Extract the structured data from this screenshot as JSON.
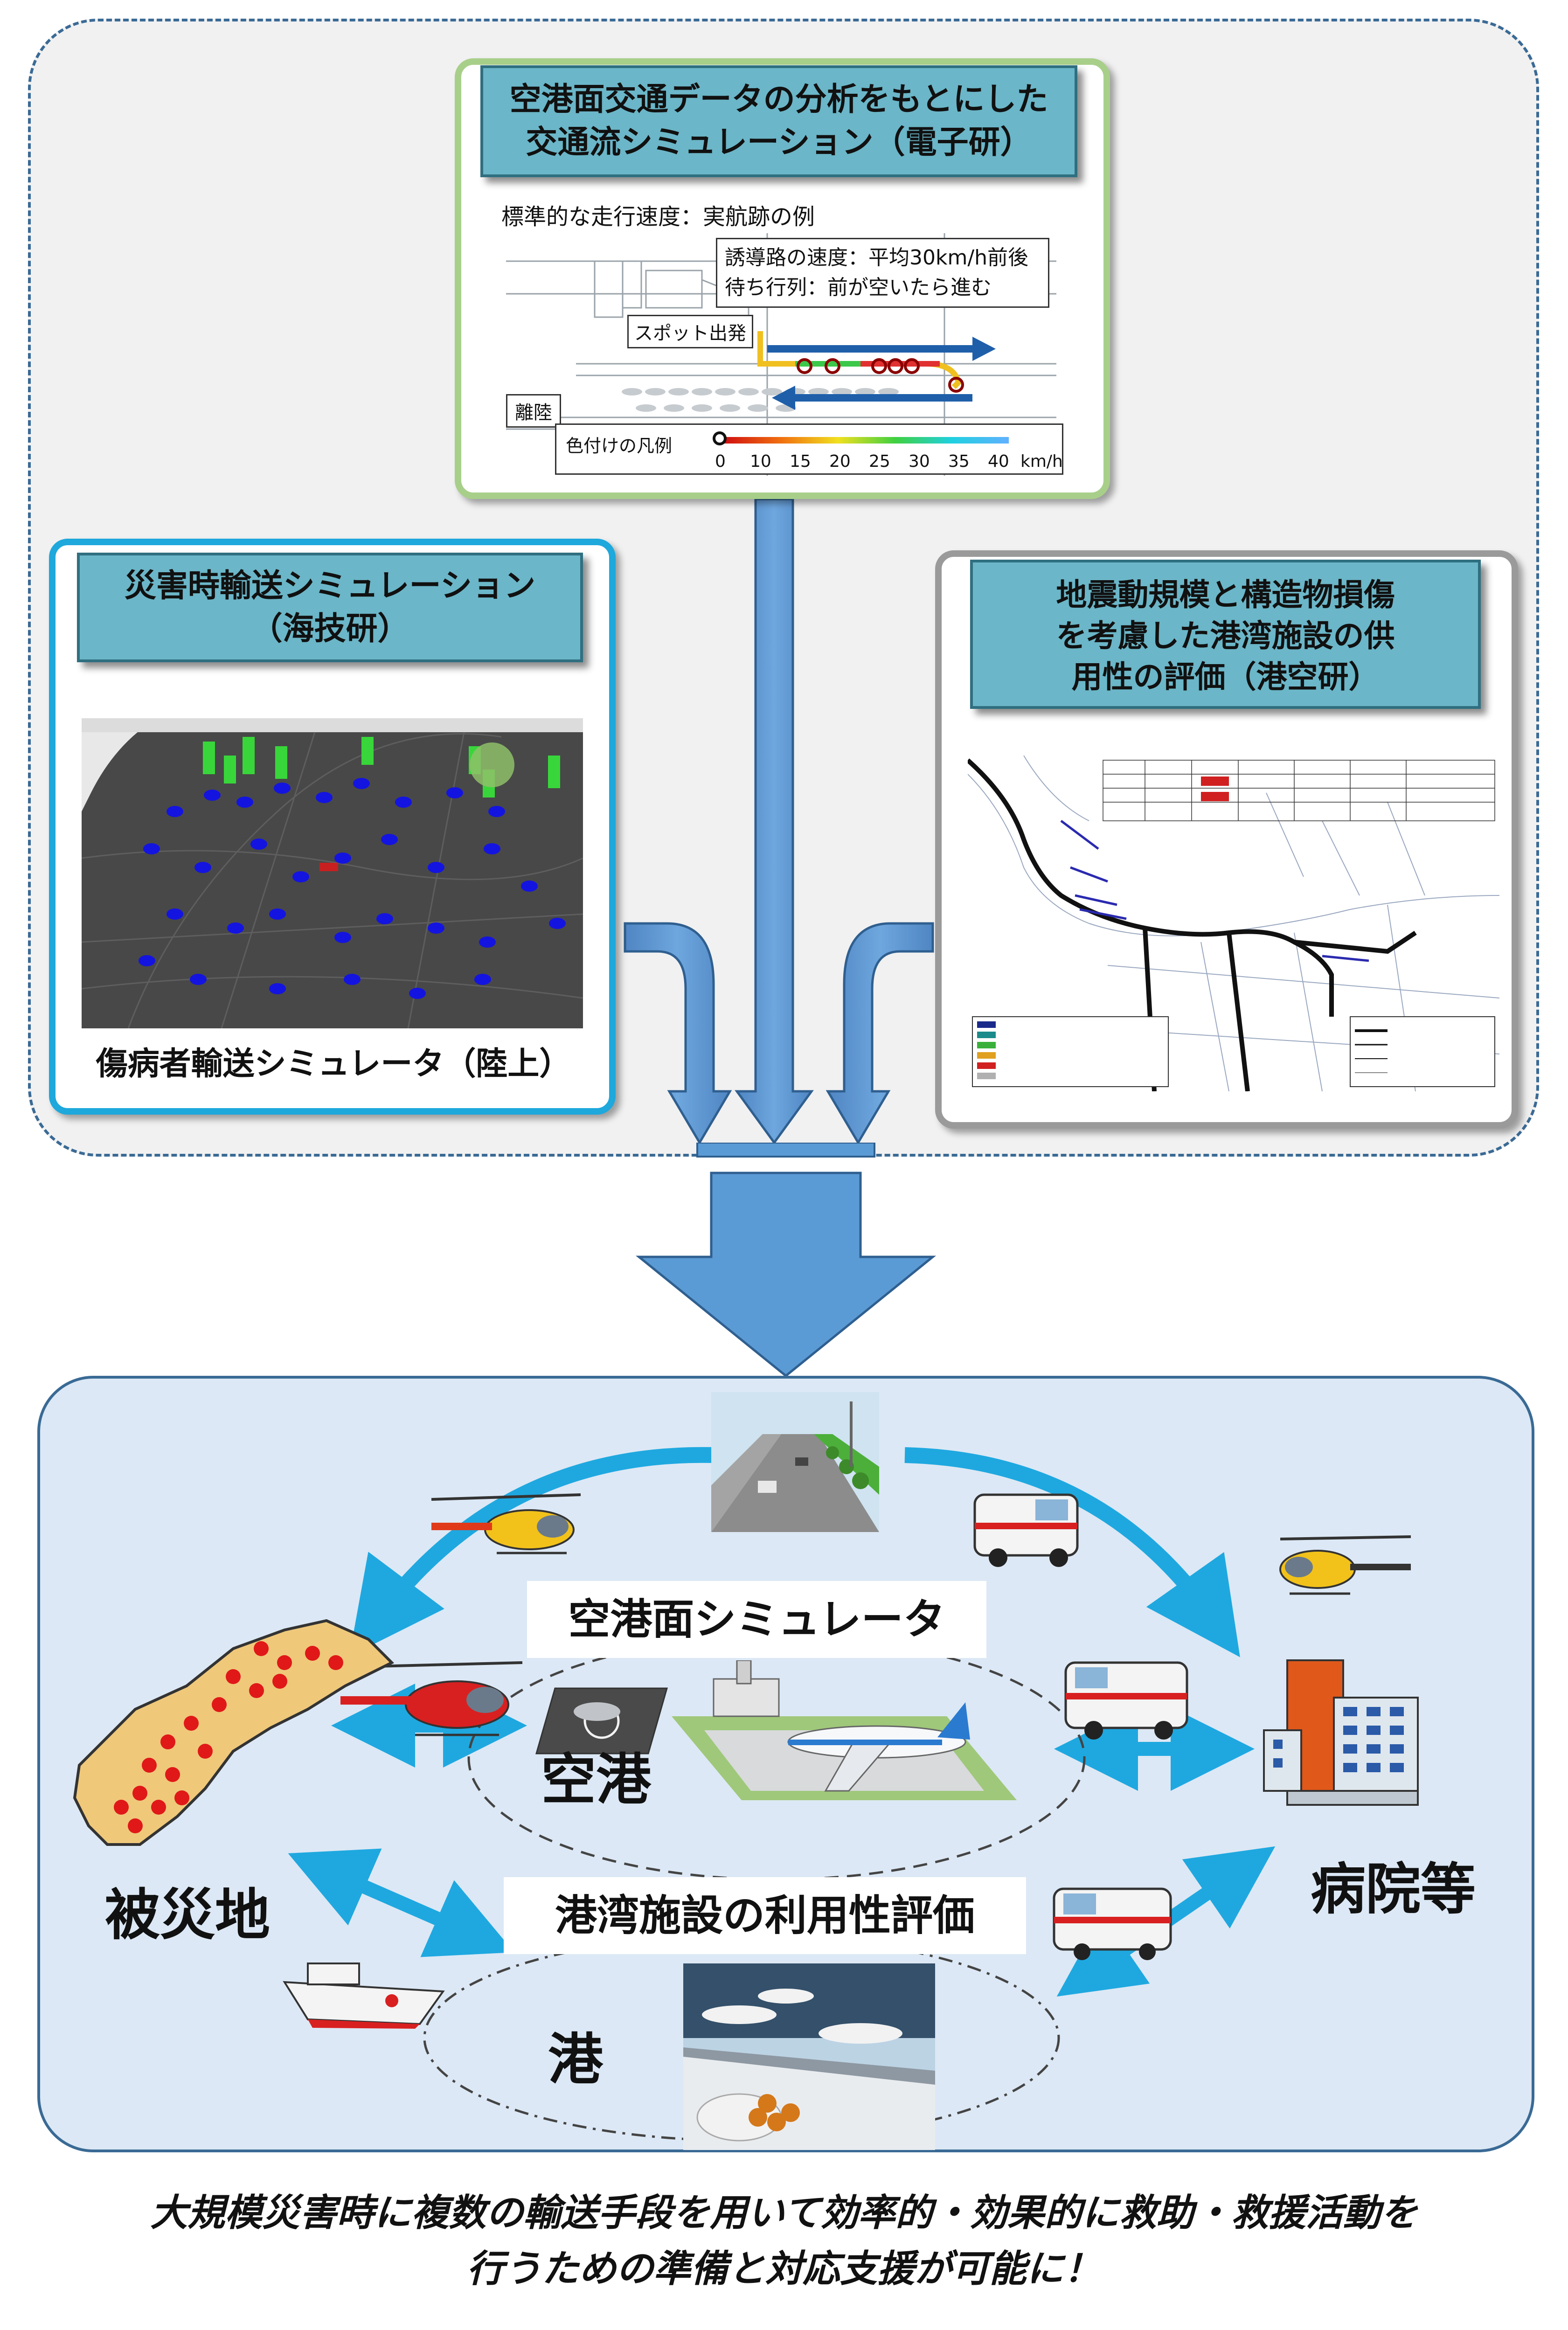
{
  "top_panel": {
    "title_line1": "空港面交通データの分析をもとにした",
    "title_line2": "交通流シミュレーション（電子研）",
    "caption": "標準的な走行速度：実航跡の例",
    "speed_line1": "誘導路の速度：平均30km/h前後",
    "speed_line2": "待ち行列：前が空いたら進む",
    "spot_label": "スポット出発",
    "takeoff_label": "離陸",
    "legend_label": "色付けの凡例",
    "legend_ticks": [
      "0",
      "10",
      "15",
      "20",
      "25",
      "30",
      "35",
      "40"
    ],
    "legend_unit": "km/h"
  },
  "left_panel": {
    "title_line1": "災害時輸送シミュレーション",
    "title_line2": "（海技研）",
    "caption": "傷病者輸送シミュレータ（陸上）"
  },
  "right_panel": {
    "title_line1": "地震動規模と構造物損傷",
    "title_line2": "を考慮した港湾施設の供",
    "title_line3": "用性の評価（港空研）"
  },
  "bottom": {
    "airport_sim_label": "空港面シミュレータ",
    "airport_label": "空港",
    "port_eval_label": "港湾施設の利用性評価",
    "port_label": "港",
    "disaster_area_label": "被災地",
    "hospital_label": "病院等"
  },
  "conclusion": {
    "line1": "大規模災害時に複数の輸送手段を用いて効率的・効果的に救助・救援活動を",
    "line2": "行うための準備と対応支援が可能に！"
  },
  "colors": {
    "arrow_blue": "#5b9bd5",
    "cyan_arrow": "#1fa8e0",
    "title_box": "#6bb6c8",
    "bottom_panel": "#dce8f5"
  }
}
